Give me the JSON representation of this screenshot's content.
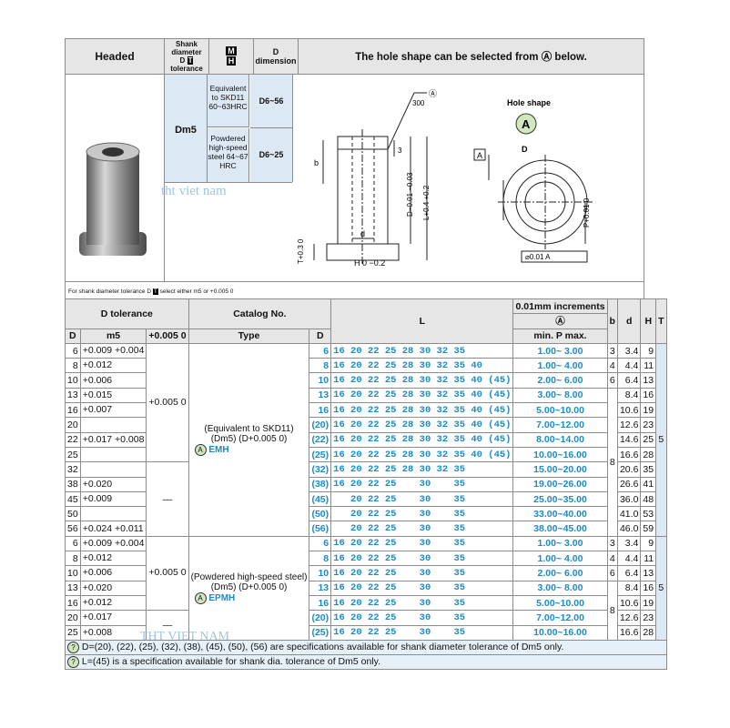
{
  "top": {
    "col_headed": "Headed",
    "col_shank1": "Shank diameter",
    "col_shank2": "D",
    "col_shank3": "tolerance",
    "col_material1": "M",
    "col_material2": "H",
    "col_ddim": "D dimension",
    "col_hole": "The hole shape can be selected from Ⓐ below.",
    "dm5": "Dm5",
    "mat1": "Equivalent to SKD11 60~63HRC",
    "mat1_range": "D6~56",
    "mat2": "Powdered high-speed steel 64~67 HRC",
    "mat2_range": "D6~25",
    "footnote": "For shank diameter tolerance D",
    "footnote2": "select either m5 or +0.005 0",
    "watermark": "tht viet nam",
    "diagram": {
      "val300": "300",
      "A_ref": "Ⓐ",
      "hole_shape": "Hole shape",
      "A": "A",
      "b": "b",
      "three": "3",
      "D_tol": "D−0.01 −0.03",
      "L_tol": "L+0.4 +0.2",
      "T_tol": "T+0.3 0",
      "d": "d",
      "H_tol": "H 0 −0.2",
      "P_tol": "P+0.01 0",
      "DT": "D",
      "A_box": "A",
      "conc": "⌀0.01 A"
    }
  },
  "main": {
    "hdr_dtol": "D tolerance",
    "hdr_catalog": "Catalog No.",
    "hdr_L": "L",
    "hdr_inc": "0.01mm increments",
    "hdr_A": "Ⓐ",
    "hdr_minp": "min. P max.",
    "hdr_b": "b",
    "hdr_d": "d",
    "hdr_H": "H",
    "hdr_T": "T",
    "hdr_D": "D",
    "hdr_m5": "m5",
    "hdr_tol0005": "+0.005 0",
    "hdr_type": "Type",
    "hdr_D2": "D",
    "emh_desc1": "(Equivalent to SKD11)",
    "emh_desc2": "(Dm5)  (D+0.005 0)",
    "emh_label": "EMH",
    "epmh_desc1": "(Powdered high-speed steel)",
    "epmh_desc2": "(Dm5)  (D+0.005 0)",
    "epmh_label": "EPMH",
    "dash": "—",
    "tol_col_val": "+0.005 0",
    "T_val": "5",
    "b_val_8": "8",
    "rows_emh": [
      {
        "D": "6",
        "m5": "+0.009 +0.004",
        "D2": "6",
        "L": "16 20 22 25 28 30 32 35",
        "P": "1.00~ 3.00",
        "b": "3",
        "d": "3.4",
        "H": "9"
      },
      {
        "D": "8",
        "m5": "+0.012",
        "D2": "8",
        "L": "16 20 22 25 28 30 32 35 40",
        "P": "1.00~ 4.00",
        "b": "4",
        "d": "4.4",
        "H": "11"
      },
      {
        "D": "10",
        "m5": "+0.006",
        "D2": "10",
        "L": "16 20 22 25 28 30 32 35 40 (45)",
        "P": "2.00~ 6.00",
        "b": "6",
        "d": "6.4",
        "H": "13"
      },
      {
        "D": "13",
        "m5": "+0.015",
        "D2": "13",
        "L": "16 20 22 25 28 30 32 35 40 (45)",
        "P": "3.00~ 8.00",
        "b": "",
        "d": "8.4",
        "H": "16"
      },
      {
        "D": "16",
        "m5": "+0.007",
        "D2": "16",
        "L": "16 20 22 25 28 30 32 35 40 (45)",
        "P": "5.00~10.00",
        "b": "",
        "d": "10.6",
        "H": "19"
      },
      {
        "D": "20",
        "m5": "",
        "D2": "(20)",
        "L": "16 20 22 25 28 30 32 35 40 (45)",
        "P": "7.00~12.00",
        "b": "",
        "d": "12.6",
        "H": "23"
      },
      {
        "D": "22",
        "m5": "+0.017 +0.008",
        "D2": "(22)",
        "L": "16 20 22 25 28 30 32 35 40 (45)",
        "P": "8.00~14.00",
        "b": "",
        "d": "14.6",
        "H": "25"
      },
      {
        "D": "25",
        "m5": "",
        "D2": "(25)",
        "L": "16 20 22 25 28 30 32 35 40 (45)",
        "P": "10.00~16.00",
        "b": "",
        "d": "16.6",
        "H": "28"
      },
      {
        "D": "32",
        "m5": "",
        "D2": "(32)",
        "L": "16 20 22 25 28 30 32 35",
        "P": "15.00~20.00",
        "b": "",
        "d": "20.6",
        "H": "35"
      },
      {
        "D": "38",
        "m5": "+0.020",
        "D2": "(38)",
        "L": "16 20 22 25    30    35",
        "P": "19.00~26.00",
        "b": "",
        "d": "26.6",
        "H": "41"
      },
      {
        "D": "45",
        "m5": "+0.009",
        "D2": "(45)",
        "L": "   20 22 25    30    35",
        "P": "25.00~35.00",
        "b": "",
        "d": "36.0",
        "H": "48"
      },
      {
        "D": "50",
        "m5": "",
        "D2": "(50)",
        "L": "   20 22 25    30    35",
        "P": "33.00~40.00",
        "b": "",
        "d": "41.0",
        "H": "53"
      },
      {
        "D": "56",
        "m5": "+0.024 +0.011",
        "D2": "(56)",
        "L": "   20 22 25    30    35",
        "P": "38.00~45.00",
        "b": "",
        "d": "46.0",
        "H": "59"
      }
    ],
    "rows_epmh": [
      {
        "D": "6",
        "m5": "+0.009 +0.004",
        "D2": "6",
        "L": "16 20 22 25    30    35",
        "P": "1.00~ 3.00",
        "b": "3",
        "d": "3.4",
        "H": "9"
      },
      {
        "D": "8",
        "m5": "+0.012",
        "D2": "8",
        "L": "16 20 22 25    30    35",
        "P": "1.00~ 4.00",
        "b": "4",
        "d": "4.4",
        "H": "11"
      },
      {
        "D": "10",
        "m5": "+0.006",
        "D2": "10",
        "L": "16 20 22 25    30    35",
        "P": "2.00~ 6.00",
        "b": "6",
        "d": "6.4",
        "H": "13"
      },
      {
        "D": "13",
        "m5": "+0.020",
        "D2": "13",
        "L": "16 20 22 25    30    35",
        "P": "3.00~ 8.00",
        "b": "",
        "d": "8.4",
        "H": "16"
      },
      {
        "D": "16",
        "m5": "+0.012",
        "D2": "16",
        "L": "16 20 22 25    30    35",
        "P": "5.00~10.00",
        "b": "",
        "d": "10.6",
        "H": "19"
      },
      {
        "D": "20",
        "m5": "+0.017",
        "D2": "(20)",
        "L": "16 20 22 25    30    35",
        "P": "7.00~12.00",
        "b": "",
        "d": "12.6",
        "H": "23"
      },
      {
        "D": "25",
        "m5": "+0.008",
        "D2": "(25)",
        "L": "16 20 22 25    30    35",
        "P": "10.00~16.00",
        "b": "",
        "d": "16.6",
        "H": "28"
      }
    ],
    "note1": "D=(20), (22), (25), (32), (38), (45), (50), (56) are specifications available for shank diameter tolerance of Dm5 only.",
    "note2": "L=(45) is a specification available for shank dia. tolerance of Dm5 only.",
    "watermark2": "THT VIET NAM"
  }
}
